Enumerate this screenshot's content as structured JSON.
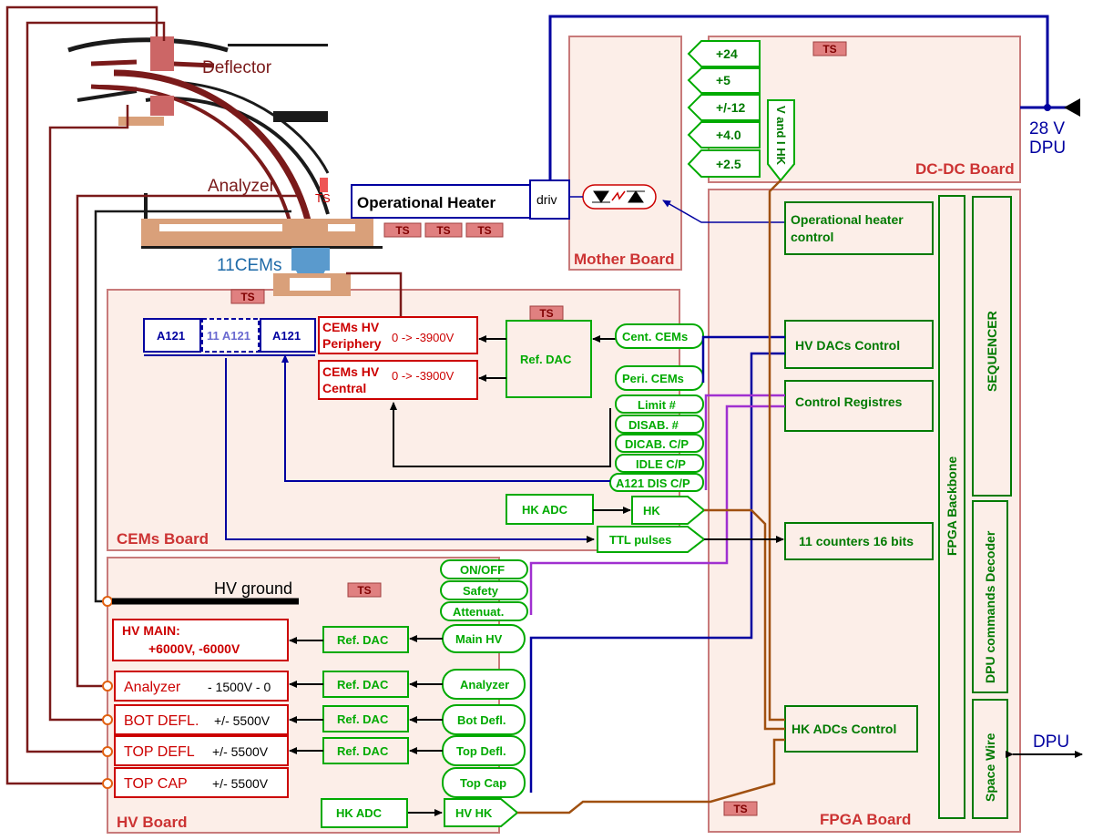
{
  "colors": {
    "board_fill": "#fceee8",
    "board_stroke": "#c87a7a",
    "green": "#00aa00",
    "red": "#cc0000",
    "blue": "#0000a0",
    "purple": "#a030d0",
    "brown": "#a05010",
    "wire": "#7a1a1a"
  },
  "instrument": {
    "deflector": "Deflector",
    "analyzer": "Analyzer",
    "ts": "TS",
    "cems": "11CEMs"
  },
  "heater": {
    "title": "Operational Heater",
    "driver": "driv",
    "ts_labels": [
      "TS",
      "TS",
      "TS"
    ]
  },
  "mother_board": {
    "title": "Mother Board"
  },
  "dcdc_board": {
    "title": "DC-DC Board",
    "ts": "TS",
    "rails": [
      "+24",
      "+5",
      "+/-12",
      "+4.0",
      "+2.5"
    ],
    "v_and_i": "V and I HK",
    "ext_supply": [
      "28 V",
      "DPU"
    ]
  },
  "fpga_board": {
    "title": "FPGA Board",
    "ts": "TS",
    "op_heater_ctrl": [
      "Operational heater",
      "control"
    ],
    "hv_dacs": "HV DACs Control",
    "control_reg": "Control Registres",
    "counters": "11 counters 16 bits",
    "hk_adcs": "HK ADCs Control",
    "backbone": "FPGA Backbone",
    "sequencer": "SEQUENCER",
    "dpu_cmd": "DPU commands  Decoder",
    "spacewire": "Space Wire",
    "dpu": "DPU"
  },
  "cems_board": {
    "title": "CEMs Board",
    "ts": "TS",
    "a121_left": "A121",
    "a121_mid": "11 A121",
    "a121_right": "A121",
    "hv_periphery": [
      "CEMs HV",
      "Periphery"
    ],
    "hv_periphery_range": "0 -> -3900V",
    "hv_central": [
      "CEMs HV",
      "Central"
    ],
    "hv_central_range": "0 -> -3900V",
    "ref_dac": "Ref. DAC",
    "cent_cems": "Cent. CEMs",
    "peri_cems": "Peri. CEMs",
    "signals": [
      "Limit #",
      "DISAB. #",
      "DICAB. C/P",
      "IDLE C/P",
      "A121 DIS C/P"
    ],
    "hk_adc": "HK ADC",
    "hk": "HK",
    "ttl": "TTL pulses"
  },
  "hv_board": {
    "title": "HV Board",
    "ts": "TS",
    "hv_ground": "HV ground",
    "on_off": "ON/OFF",
    "safety": "Safety",
    "attenuat": "Attenuat.",
    "hv_main": [
      "HV MAIN:",
      "+6000V,  -6000V"
    ],
    "main_hv": "Main HV",
    "ref_dac": "Ref. DAC",
    "supplies": [
      {
        "name": "Analyzer",
        "range": "- 1500V - 0",
        "ctrl": "Analyzer"
      },
      {
        "name": "BOT DEFL.",
        "range": "+/- 5500V",
        "ctrl": "Bot Defl."
      },
      {
        "name": "TOP DEFL",
        "range": "+/- 5500V",
        "ctrl": "Top Defl."
      },
      {
        "name": "TOP CAP",
        "range": "+/- 5500V",
        "ctrl": "Top Cap"
      }
    ],
    "hk_adc": "HK ADC",
    "hv_hk": "HV HK"
  }
}
